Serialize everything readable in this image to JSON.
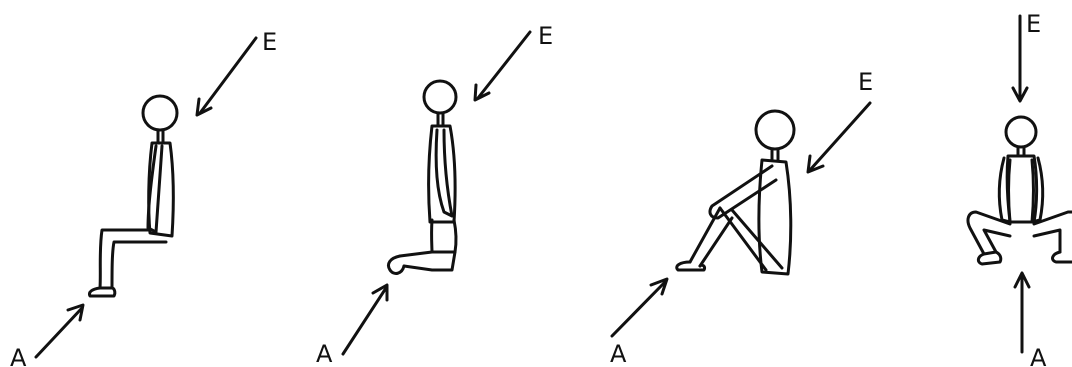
{
  "panels": [
    {
      "pose": "sitting-on-chair",
      "top_label": "E",
      "bottom_label": "A"
    },
    {
      "pose": "kneeling",
      "top_label": "E",
      "bottom_label": "A"
    },
    {
      "pose": "sitting-hugging-knees",
      "top_label": "E",
      "bottom_label": "A"
    },
    {
      "pose": "squatting-frontal",
      "top_label": "E",
      "bottom_label": "A"
    }
  ],
  "colors": {
    "ink": "#111111",
    "background": "#ffffff"
  }
}
